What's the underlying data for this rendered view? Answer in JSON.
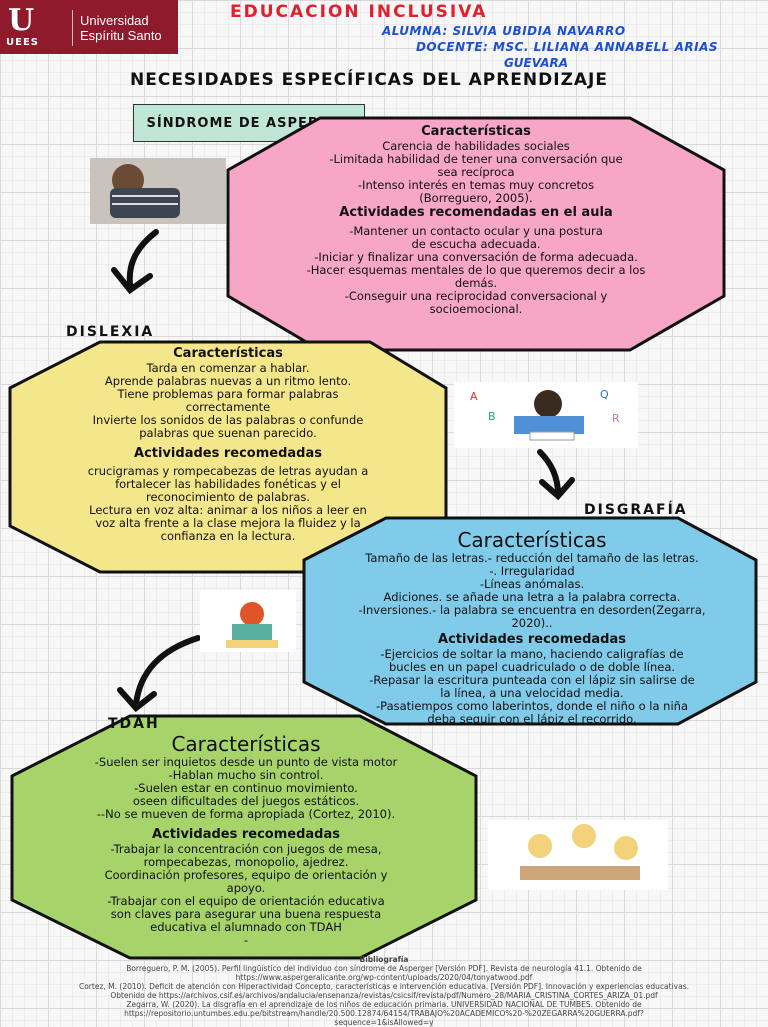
{
  "header": {
    "logo_mark": "U",
    "logo_sub": "UEES",
    "logo_name_1": "Universidad",
    "logo_name_2": "Espíritu Santo",
    "title": "EDUCACION INCLUSIVA",
    "student": "ALUMNA: SILVIA UBIDIA NAVARRO",
    "teacher": "DOCENTE: MSC. LILIANA ANNABELL ARIAS",
    "teacher_2": "GUEVARA",
    "subtitle": "NECESIDADES ESPECÍFICAS DEL APRENDIZAJE"
  },
  "asperger": {
    "label": "SÍNDROME DE ASPERGER",
    "color": "#f7a6c6",
    "char_title": "Características",
    "chars": [
      "Carencia de habilidades sociales",
      "-Limitada habilidad de tener una conversación  que",
      "sea recíproca",
      "-Intenso interés en temas muy concretos",
      "(Borreguero, 2005)."
    ],
    "act_title": "Actividades recomendadas en el aula",
    "acts": [
      "-Mantener un contacto ocular y una postura",
      "de escucha adecuada.",
      "-Iniciar y finalizar una conversación de forma adecuada.",
      "-Hacer esquemas mentales de lo que queremos decir a los",
      "demás.",
      "-Conseguir una reciprocidad conversacional y",
      "socioemocional."
    ]
  },
  "dislexia": {
    "label": "DISLEXIA",
    "color": "#f4e68a",
    "char_title": "Características",
    "chars": [
      "Tarda en comenzar a hablar.",
      "Aprende palabras nuevas a un ritmo lento.",
      "Tiene problemas para formar palabras",
      "correctamente",
      "Invierte los sonidos de las palabras o confunde",
      "palabras que suenan parecido."
    ],
    "act_title": "Actividades recomedadas",
    "acts": [
      "crucigramas y rompecabezas de letras ayudan a",
      "fortalecer las habilidades fonéticas y el",
      "reconocimiento de palabras.",
      "Lectura en voz alta: animar a los niños a leer en",
      "voz alta frente a la clase mejora la fluidez y la",
      "confianza en la lectura."
    ]
  },
  "disgrafia": {
    "label": "DISGRAFÍA",
    "color": "#7fcbe9",
    "char_title": "Características",
    "chars": [
      "Tamaño de las letras.- reducción del tamaño de las letras.",
      "-. Irregularidad",
      "-Líneas anómalas.",
      "Adiciones. se añade una letra a la palabra correcta.",
      "-Inversiones.- la palabra se encuentra en desorden(Zegarra,",
      "2020).."
    ],
    "act_title": "Actividades recomedadas",
    "acts": [
      "-Ejercicios de soltar la mano, haciendo caligrafías de",
      "bucles en un papel cuadriculado o de doble línea.",
      "-Repasar la escritura punteada con el lápiz sin salirse de",
      "la línea, a una velocidad media.",
      "-Pasatiempos como laberintos, donde el niño o la niña",
      "deba seguir con el lápiz el recorrido."
    ]
  },
  "tdah": {
    "label": "TDAH",
    "color": "#a6d46a",
    "char_title": "Características",
    "chars": [
      "-Suelen ser inquietos desde un punto de vista motor",
      "-Hablan mucho sin control.",
      "-Suelen estar en continuo movimiento.",
      "oseen dificultades del juegos estáticos.",
      "--No se mueven de forma apropiada (Cortez, 2010)."
    ],
    "act_title": "Actividades recomedadas",
    "acts": [
      "-Trabajar la concentración con juegos de mesa,",
      "rompecabezas, monopolio, ajedrez.",
      "Coordinación profesores, equipo de orientación y",
      "apoyo.",
      "-Trabajar con el equipo de orientación educativa",
      "son claves para asegurar una buena respuesta",
      "educativa el alumnado con TDAH",
      "-"
    ]
  },
  "bibliography": {
    "title": "Bibliografía",
    "lines": [
      "Borreguero, P. M. (2005). Perfil lingüístico del individuo con síndrome de Asperger [Versión PDF]. Revista de neurología 41.1. Obtenido de",
      "https://www.aspergeralicante.org/wp-content/uploads/2020/04/tonyatwood.pdf",
      "Cortez, M. (2010). Deficit de atención con Hiperactividad Concepto, características e intervención educativa. [Versión PDF]. Innovación y experiencias educativas.",
      "Obtenido de https://archivos.csif.es/archivos/andalucia/ensenanza/revistas/csicsif/revista/pdf/Numero_28/MARIA_CRISTINA_CORTES_ARIZA_01.pdf",
      "Zegarra, W. (2020). La disgrafía en el aprendizaje de los niños de educación primaria. UNIVERSIDAD NACIONAL DE TUMBES. Obtenido de",
      "https://repositorio.untumbes.edu.pe/bitstream/handle/20.500.12874/64154/TRABAJO%20ACADEMICO%20-%20ZEGARRA%20GUERRA.pdf?",
      "sequence=1&isAllowed=y"
    ]
  }
}
